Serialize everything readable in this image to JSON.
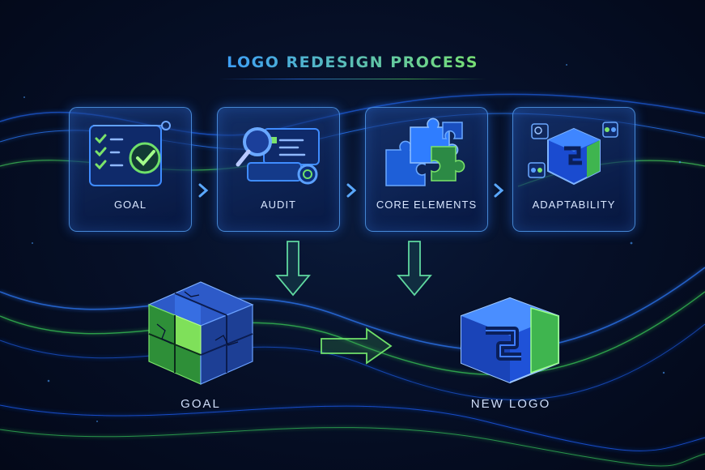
{
  "title": "LOGO REDESIGN PROCESS",
  "steps": [
    {
      "label": "GOAL",
      "icon": "checklist-icon"
    },
    {
      "label": "AUDIT",
      "icon": "magnifier-icon"
    },
    {
      "label": "CORE ELEMENTS",
      "icon": "puzzle-icon"
    },
    {
      "label": "ADAPTABILITY",
      "icon": "logo-cube-icon"
    }
  ],
  "bottom": {
    "left_label": "GOAL",
    "right_label": "NEW LOGO"
  },
  "colors": {
    "blue_accent": "#2f7dff",
    "green_accent": "#5fd85a",
    "background": "#061028"
  }
}
